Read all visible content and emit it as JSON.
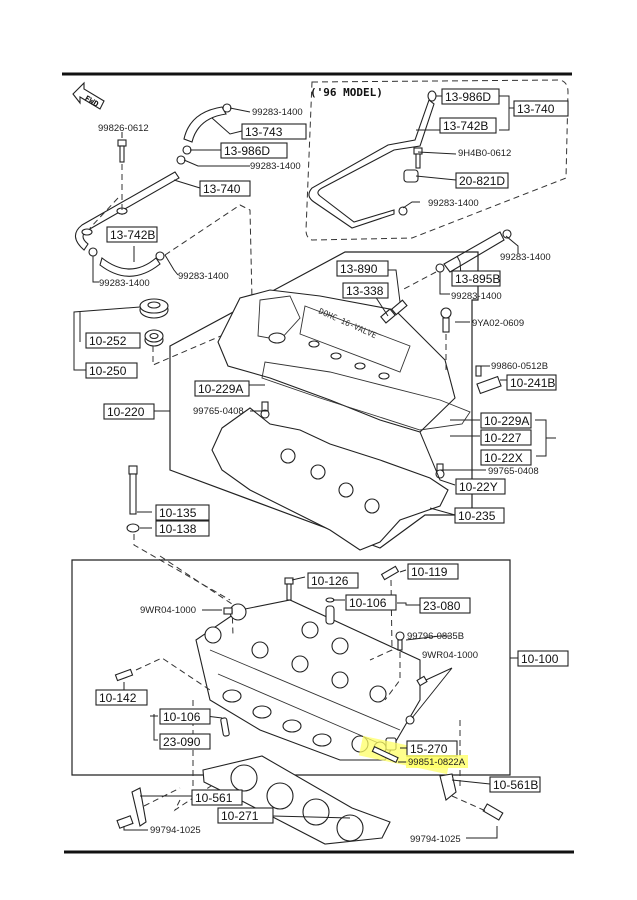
{
  "diagram": {
    "title": "Cylinder head & cylinder head cover exploded view",
    "direction_marker": "FWD",
    "model_note": "('96 MODEL)",
    "cover_emboss": "DOHC 16-VALVE",
    "highlight_color": "#ffff66"
  },
  "boxed_parts": [
    {
      "id": "13-743",
      "label": "13-743"
    },
    {
      "id": "13-986D-a",
      "label": "13-986D"
    },
    {
      "id": "13-740-a",
      "label": "13-740"
    },
    {
      "id": "13-742B-a",
      "label": "13-742B"
    },
    {
      "id": "13-986D-b",
      "label": "13-986D"
    },
    {
      "id": "13-740-b",
      "label": "13-740"
    },
    {
      "id": "13-742B-b",
      "label": "13-742B"
    },
    {
      "id": "20-821D",
      "label": "20-821D"
    },
    {
      "id": "13-890",
      "label": "13-890"
    },
    {
      "id": "13-338",
      "label": "13-338"
    },
    {
      "id": "13-895B",
      "label": "13-895B"
    },
    {
      "id": "10-252",
      "label": "10-252"
    },
    {
      "id": "10-250",
      "label": "10-250"
    },
    {
      "id": "10-229A-a",
      "label": "10-229A"
    },
    {
      "id": "10-241B",
      "label": "10-241B"
    },
    {
      "id": "10-220",
      "label": "10-220"
    },
    {
      "id": "10-229A-b",
      "label": "10-229A"
    },
    {
      "id": "10-227",
      "label": "10-227"
    },
    {
      "id": "10-22X",
      "label": "10-22X"
    },
    {
      "id": "10-22Y",
      "label": "10-22Y"
    },
    {
      "id": "10-135",
      "label": "10-135"
    },
    {
      "id": "10-138",
      "label": "10-138"
    },
    {
      "id": "10-235",
      "label": "10-235"
    },
    {
      "id": "10-126",
      "label": "10-126"
    },
    {
      "id": "10-119",
      "label": "10-119"
    },
    {
      "id": "10-106-a",
      "label": "10-106"
    },
    {
      "id": "23-080",
      "label": "23-080"
    },
    {
      "id": "10-100",
      "label": "10-100"
    },
    {
      "id": "10-142",
      "label": "10-142"
    },
    {
      "id": "10-106-b",
      "label": "10-106"
    },
    {
      "id": "23-090",
      "label": "23-090"
    },
    {
      "id": "15-270",
      "label": "15-270"
    },
    {
      "id": "10-561",
      "label": "10-561"
    },
    {
      "id": "10-561B",
      "label": "10-561B"
    },
    {
      "id": "10-271",
      "label": "10-271"
    }
  ],
  "plain_parts": [
    {
      "id": "clamp-1",
      "label": "99283-1400"
    },
    {
      "id": "clamp-2",
      "label": "99283-1400"
    },
    {
      "id": "clamp-3",
      "label": "99283-1400"
    },
    {
      "id": "clamp-4",
      "label": "99283-1400"
    },
    {
      "id": "clamp-5",
      "label": "99283-1400"
    },
    {
      "id": "clamp-6",
      "label": "99283-1400"
    },
    {
      "id": "clamp-7",
      "label": "99283-1400"
    },
    {
      "id": "bolt-99826",
      "label": "99826-0612"
    },
    {
      "id": "bolt-9h4b0",
      "label": "9H4B0-0612"
    },
    {
      "id": "bolt-9ya02",
      "label": "9YA02-0609"
    },
    {
      "id": "bolt-99860",
      "label": "99860-0512B"
    },
    {
      "id": "bolt-99765-a",
      "label": "99765-0408"
    },
    {
      "id": "bolt-99765-b",
      "label": "99765-0408"
    },
    {
      "id": "plug-9wr04-a",
      "label": "9WR04-1000"
    },
    {
      "id": "bolt-99796",
      "label": "99796-0835B"
    },
    {
      "id": "plug-9wr04-b",
      "label": "9WR04-1000"
    },
    {
      "id": "stud-99851",
      "label": "99851-0822A"
    },
    {
      "id": "bolt-99794-a",
      "label": "99794-1025"
    },
    {
      "id": "bolt-99794-b",
      "label": "99794-1025"
    }
  ]
}
